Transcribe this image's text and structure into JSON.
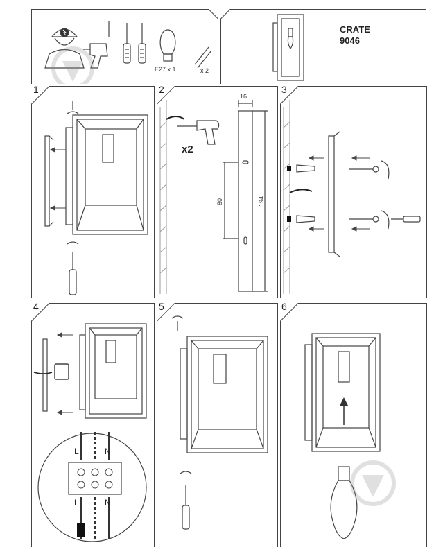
{
  "product": {
    "name": "CRATE",
    "code": "9046"
  },
  "tools": {
    "bulb_label": "E27 x 1",
    "screws_label": "x 2"
  },
  "steps": [
    {
      "number": "1"
    },
    {
      "number": "2",
      "drill_count": "x2",
      "dim_top": "16",
      "dim_spacing": "80",
      "dim_height": "194"
    },
    {
      "number": "3"
    },
    {
      "number": "4",
      "terminal_top": [
        "L",
        "N"
      ],
      "terminal_bottom": [
        "L",
        "N"
      ]
    },
    {
      "number": "5"
    },
    {
      "number": "6"
    }
  ],
  "colors": {
    "line": "#555555",
    "panel": "#444444",
    "wall": "#999999"
  }
}
